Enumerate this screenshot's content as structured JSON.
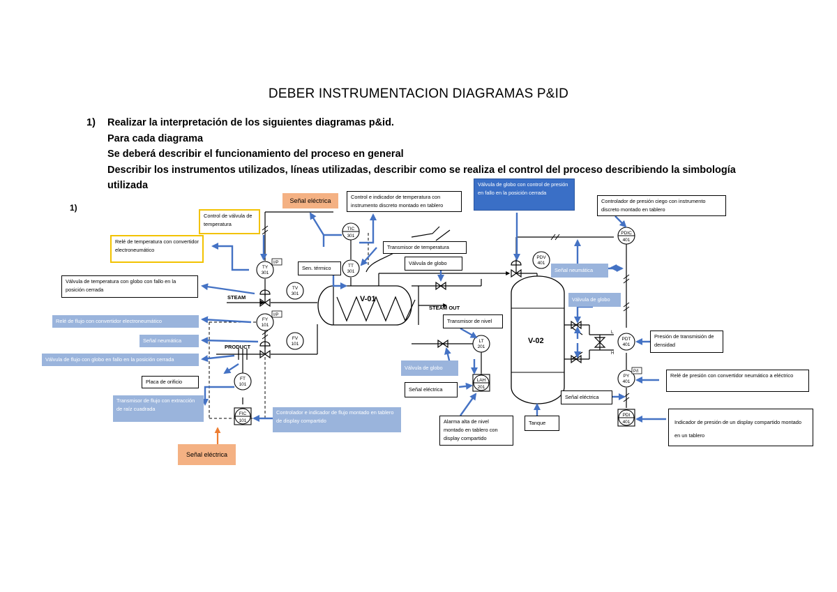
{
  "doc": {
    "title": "DEBER INSTRUMENTACION DIAGRAMAS P&ID",
    "item_number": "1)",
    "item_lines": [
      "Realizar la interpretación de los siguientes diagramas p&id.",
      "Para cada diagrama",
      "Se deberá describir el funcionamiento del proceso en general",
      "Describir los instrumentos utilizados, líneas utilizadas, describir como se realiza el control del proceso describiendo la simbología utilizada"
    ],
    "section_label": "1)"
  },
  "diagram": {
    "vessel_v01": "V-01",
    "vessel_v02": "V-02",
    "steam_in": "STEAM",
    "steam_out": "STEAM OUT",
    "product": "PRODUCT",
    "instruments": {
      "ty": [
        "TY",
        "301"
      ],
      "tic": [
        "TIC",
        "301"
      ],
      "tt": [
        "TT",
        "301"
      ],
      "tv": [
        "TV",
        "301"
      ],
      "fy": [
        "FY",
        "101"
      ],
      "fv": [
        "FV",
        "101"
      ],
      "ft": [
        "FT",
        "101"
      ],
      "fic": [
        "FIC",
        "101"
      ],
      "lt": [
        "LT",
        "201"
      ],
      "lah": [
        "LAH",
        "201"
      ],
      "pdv": [
        "PDV",
        "401"
      ],
      "pdic": [
        "PDIC",
        "401"
      ],
      "pdt": [
        "PDT",
        "401"
      ],
      "py": [
        "PY",
        "401"
      ],
      "pdi": [
        "PDI",
        "401"
      ]
    },
    "tags": {
      "ip1": "I/P",
      "ip2": "I/P",
      "pi": "P/I",
      "l": "L",
      "h": "H"
    }
  },
  "annotations": {
    "senal_electrica_top": "Señal eléctrica",
    "tic_desc": "Control e indicador de temperatura con instrumento discreto montado en tablero",
    "pdv_desc": "Válvula de globo con control de presión en fallo en la posición cerrada",
    "pdic_desc": "Controlador de presión ciego con instrumento discreto montado en tablero",
    "ctrl_valvula_temp": "Control de válvula de temperatura",
    "rele_temp": "Relé de temperatura con convertidor electroneumático",
    "transmisor_temp": "Transmisor de temperatura",
    "sensor_termico": "Sen. térmico",
    "valvula_globo_1": "Válvula de globo",
    "senal_neumatica_1": "Señal neumática",
    "valvula_temp_globo": "Válvula de temperatura con globo con fallo en la posición cerrada",
    "valvula_globo_2": "Válvula de globo",
    "rele_flujo": "Relé de flujo con convertidor electroneumático",
    "transmisor_nivel": "Transmisor de nivel",
    "senal_neumatica_2": "Señal neumática",
    "presion_transmision": "Presión de transmisión de densidad",
    "valvula_flujo_globo": "Válvula de flujo con globo en fallo en la posición cerrada",
    "valvula_globo_3": "Válvula de globo",
    "placa_orificio": "Placa de orificio",
    "senal_electrica_2": "Señal eléctrica",
    "rele_presion": "Relé de presión con convertidor neumático a eléctrico",
    "senal_electrica_3": "Señal eléctrica",
    "transmisor_flujo": "Transmisor de flujo con extracción de raíz cuadrada",
    "controlador_flujo": "Controlador e indicador de flujo montado en tablero de display compartido",
    "alarma_nivel": "Alarma alta de nivel montado en tablero con display compartido",
    "tanque": "Tanque",
    "indicador_presion": "Indicador de presión de un display compartido montado en un tablero",
    "senal_electrica_bottom": "Señal eléctrica"
  },
  "colors": {
    "arrow": "#4472c4",
    "label_blue": "#9ab4dc",
    "label_dark_blue": "#3a6fc6",
    "label_orange": "#f4b183",
    "border_yellow": "#f2c200",
    "arrow_orange": "#ed7d31"
  }
}
